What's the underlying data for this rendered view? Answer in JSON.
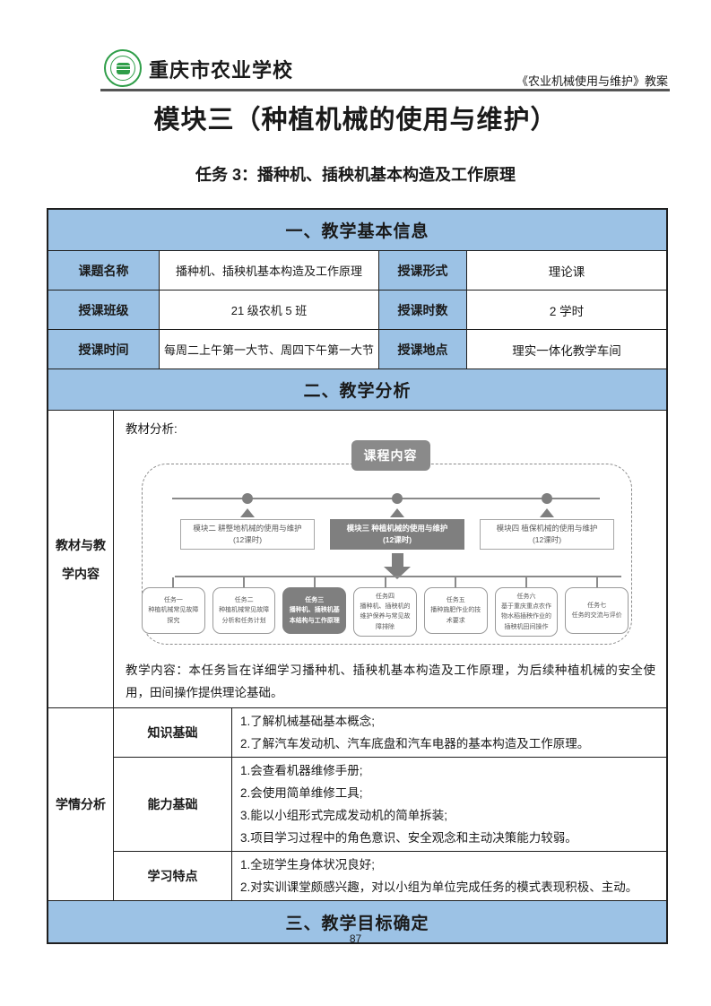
{
  "header": {
    "school_name": "重庆市农业学校",
    "doc_label": "《农业机械使用与维护》教案"
  },
  "titles": {
    "module": "模块三（种植机械的使用与维护）",
    "task": "任务 3：播种机、插秧机基本构造及工作原理"
  },
  "basic_info": {
    "section_title": "一、教学基本信息",
    "rows": [
      {
        "label1": "课题名称",
        "value1": "播种机、插秧机基本构造及工作原理",
        "label2": "授课形式",
        "value2": "理论课"
      },
      {
        "label1": "授课班级",
        "value1": "21 级农机 5 班",
        "label2": "授课时数",
        "value2": "2 学时"
      },
      {
        "label1": "授课时间",
        "value1": "每周二上午第一大节、周四下午第一大节",
        "label2": "授课地点",
        "value2": "理实一体化教学车间"
      }
    ]
  },
  "analysis": {
    "section_title": "二、教学分析",
    "material_label_line1": "教材与教",
    "material_label_line2": "学内容",
    "material_analysis_label": "教材分析:",
    "course_badge": "课程内容",
    "modules": [
      {
        "name": "模块二 耕整地机械的使用与维护",
        "hours": "(12课时)"
      },
      {
        "name": "模块三 种植机械的使用与维护",
        "hours": "(12课时)"
      },
      {
        "name": "模块四 植保机械的使用与维护",
        "hours": "(12课时)"
      }
    ],
    "tasks": [
      {
        "title": "任务一",
        "desc": "种植机械常见故障探究"
      },
      {
        "title": "任务二",
        "desc": "种植机械常见故障分析和任务计划"
      },
      {
        "title": "任务三",
        "desc": "播种机、插秧机基本结构与工作原理"
      },
      {
        "title": "任务四",
        "desc": "播种机、插秧机的维护保养与常见故障排除"
      },
      {
        "title": "任务五",
        "desc": "播种施肥作业的技术要求"
      },
      {
        "title": "任务六",
        "desc": "基于重庆重点农作物水稻插秧作业的插秧机田间操作"
      },
      {
        "title": "任务七",
        "desc": "任务的交流与评价"
      }
    ],
    "teaching_content": "教学内容：本任务旨在详细学习播种机、插秧机基本构造及工作原理，为后续种植机械的安全使用，田间操作提供理论基础。",
    "learning": {
      "label": "学情分析",
      "rows": [
        {
          "label": "知识基础",
          "lines": [
            "1.了解机械基础基本概念;",
            "2.了解汽车发动机、汽车底盘和汽车电器的基本构造及工作原理。"
          ]
        },
        {
          "label": "能力基础",
          "lines": [
            "1.会查看机器维修手册;",
            "2.会使用简单维修工具;",
            "3.能以小组形式完成发动机的简单拆装;",
            "3.项目学习过程中的角色意识、安全观念和主动决策能力较弱。"
          ]
        },
        {
          "label": "学习特点",
          "lines": [
            "1.全班学生身体状况良好;",
            "2.对实训课堂颇感兴趣，对以小组为单位完成任务的模式表现积极、主动。"
          ]
        }
      ]
    }
  },
  "objectives": {
    "section_title": "三、教学目标确定"
  },
  "footer": {
    "page_number": "87"
  },
  "colors": {
    "header_blue": "#9CC2E5",
    "diagram_gray": "#7F7F7F",
    "logo_green": "#2F9E49"
  }
}
